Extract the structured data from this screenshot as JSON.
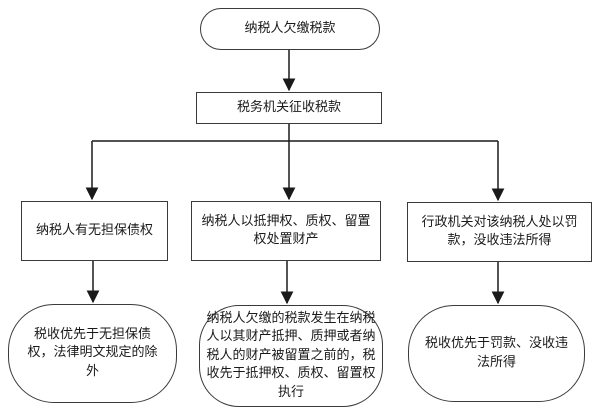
{
  "diagram": {
    "type": "flowchart",
    "language": "zh-CN",
    "colors": {
      "background": "#ffffff",
      "node_border": "#3a3a3a",
      "node_fill": "#ffffff",
      "text": "#1a1a1a",
      "connector": "#1a1a1a"
    },
    "nodes": {
      "start": {
        "shape": "stadium",
        "label": "纳税人欠缴税款"
      },
      "collect": {
        "shape": "rectangle",
        "label": "税务机关征收税款"
      },
      "branch_left": {
        "shape": "rectangle",
        "label": "纳税人有无担保债权"
      },
      "branch_center": {
        "shape": "rectangle",
        "label": "纳税人以抵押权、质权、留置权处置财产"
      },
      "branch_right": {
        "shape": "rectangle",
        "label": "行政机关对该纳税人处以罚款，没收违法所得"
      },
      "result_left": {
        "shape": "rounded",
        "label": "税收优先于无担保债权，法律明文规定的除外"
      },
      "result_center": {
        "shape": "rounded",
        "label": "纳税人欠缴的税款发生在纳税人以其财产抵押、质押或者纳税人的财产被留置之前的，税收先于抵押权、质权、留置权执行"
      },
      "result_right": {
        "shape": "rounded",
        "label": "税收优先于罚款、没收违法所得"
      }
    },
    "edges": [
      {
        "from": "start",
        "to": "collect"
      },
      {
        "from": "collect",
        "to": "branch_left"
      },
      {
        "from": "collect",
        "to": "branch_center"
      },
      {
        "from": "collect",
        "to": "branch_right"
      },
      {
        "from": "branch_left",
        "to": "result_left"
      },
      {
        "from": "branch_center",
        "to": "result_center"
      },
      {
        "from": "branch_right",
        "to": "result_right"
      }
    ]
  }
}
